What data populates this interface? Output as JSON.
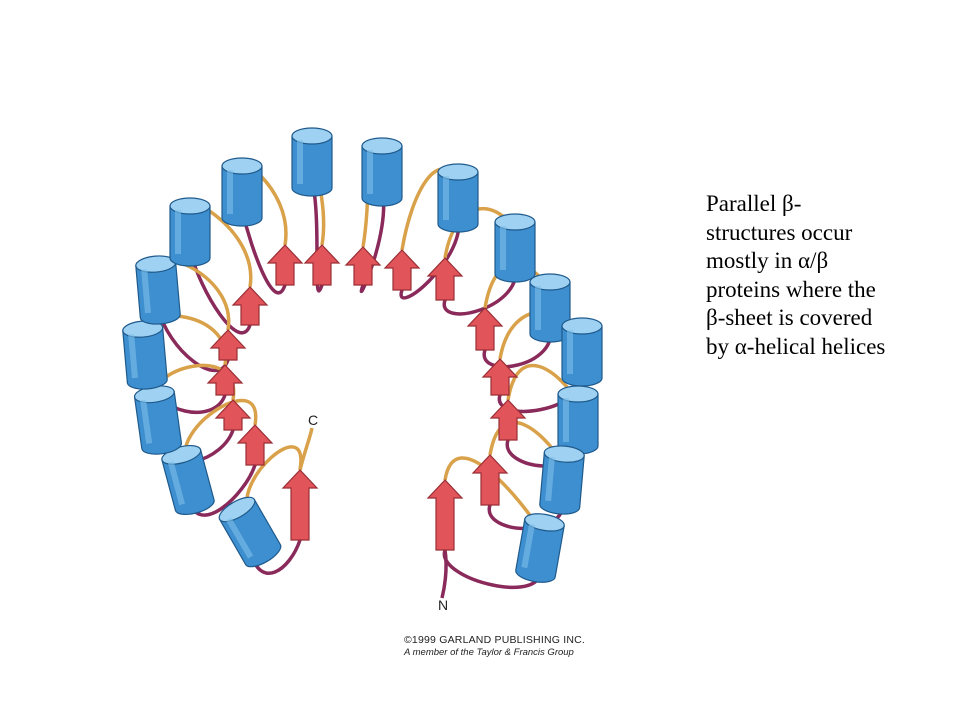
{
  "caption": {
    "lines": [
      "Parallel β-",
      "structures occur",
      "mostly in α/β",
      "proteins where the",
      "β-sheet is covered",
      "by α-helical helices"
    ]
  },
  "figure": {
    "label_c": "C",
    "label_n": "N",
    "credit_line1": "©1999 GARLAND PUBLISHING INC.",
    "credit_line2": "A member of the Taylor & Francis Group",
    "colors": {
      "helix_body": "#3e8fcf",
      "helix_top": "#9fd2f2",
      "helix_outline": "#1f5a8c",
      "strand": "#e0545a",
      "strand_outline": "#9a2e35",
      "loop_orange": "#d9a24a",
      "loop_purple": "#8a2a5a"
    }
  }
}
